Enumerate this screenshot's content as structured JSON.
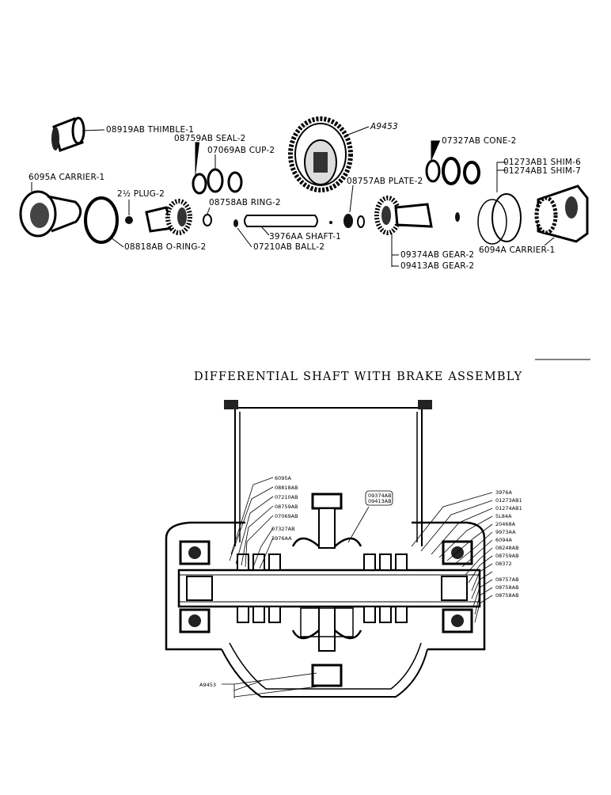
{
  "exploded_view": {
    "labels": {
      "thimble": "08919AB THIMBLE-1",
      "seal": "08759AB SEAL-2",
      "cup": "07069AB CUP-2",
      "a9453": "A9453",
      "cone": "07327AB CONE-2",
      "shim6": "01273AB1 SHIM-6",
      "shim7": "01274AB1 SHIM-7",
      "carrier_left": "6095A CARRIER-1",
      "plug": "2½ PLUG-2",
      "ring": "08758AB RING-2",
      "plate": "08757AB PLATE-2",
      "shaft": "3976AA SHAFT-1",
      "oring": "08818AB O-RING-2",
      "ball": "07210AB BALL-2",
      "gear1": "09374AB GEAR-2",
      "gear2": "09413AB GEAR-2",
      "carrier_right": "6094A CARRIER-1"
    }
  },
  "section_view": {
    "title": "DIFFERENTIAL SHAFT WITH BRAKE ASSEMBLY",
    "left_callouts": [
      "6095A",
      "08818AB",
      "07210AB",
      "08759AB",
      "07069AB",
      "07327AB",
      "3976AA"
    ],
    "center_callouts": [
      "09374AB",
      "09413AB"
    ],
    "right_callouts": [
      "3976A",
      "01273AB1",
      "01274AB1",
      "5L84A",
      "20468A",
      "9973AA",
      "6094A",
      "08248AB",
      "08759AB",
      "08372",
      "",
      "08757AB",
      "08758AB",
      "08758AB"
    ],
    "bottom_callout": "A9453"
  }
}
